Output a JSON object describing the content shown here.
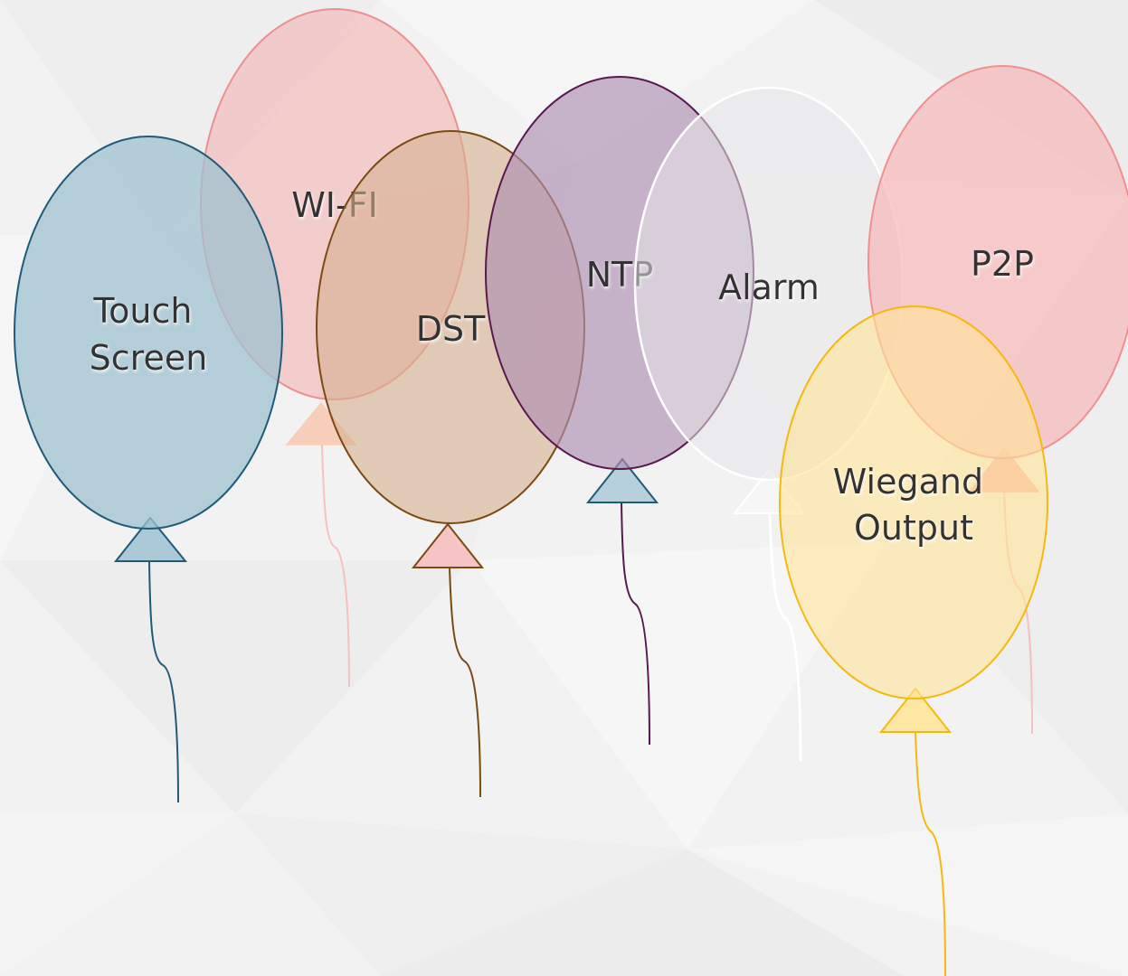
{
  "diagram": {
    "balloons": [
      {
        "id": "wifi",
        "lines": [
          "WI-FI"
        ],
        "fill": "#f3b3b3",
        "stroke": "#ee8f8f"
      },
      {
        "id": "touch",
        "lines": [
          "Touch",
          "Screen"
        ],
        "fill": "#9fc2d0",
        "stroke": "#1f5b78"
      },
      {
        "id": "dst",
        "lines": [
          "DST"
        ],
        "fill": "#d6b08f",
        "stroke": "#7a4a12"
      },
      {
        "id": "ntp",
        "lines": [
          "NTP"
        ],
        "fill": "#ae8fb0",
        "stroke": "#5a1850"
      },
      {
        "id": "alarm",
        "lines": [
          "Alarm"
        ],
        "fill": "#e6e6e8",
        "stroke": "#ffffff"
      },
      {
        "id": "p2p",
        "lines": [
          "P2P"
        ],
        "fill": "#f6b8b8",
        "stroke": "#f08f8f"
      },
      {
        "id": "wiegand",
        "lines": [
          "Wiegand",
          "Output"
        ],
        "fill": "#ffe49a",
        "stroke": "#f3b90f"
      }
    ]
  }
}
